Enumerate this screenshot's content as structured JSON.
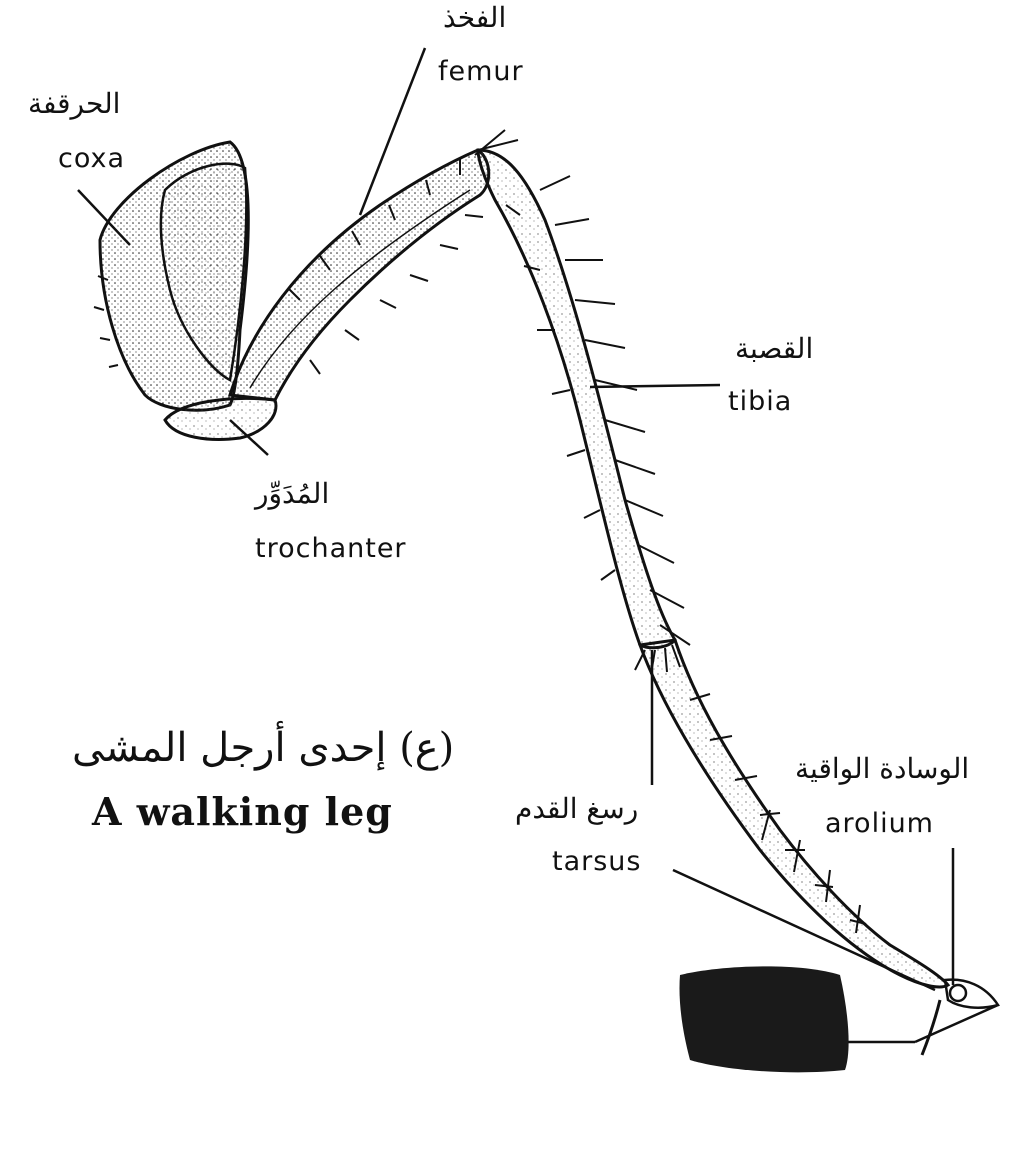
{
  "caption": {
    "arabic": "(ع) إحدى أرجل المشى",
    "english": "A walking leg"
  },
  "labels": {
    "femur": {
      "arabic": "الفخذ",
      "english": "femur"
    },
    "coxa": {
      "arabic": "الحرقفة",
      "english": "coxa"
    },
    "tibia": {
      "arabic": "القصبة",
      "english": "tibia"
    },
    "trochanter": {
      "arabic": "المُدَوِّر",
      "english": "trochanter"
    },
    "tarsus": {
      "arabic": "رسغ القدم",
      "english": "tarsus"
    },
    "arolium": {
      "arabic": "الوسادة الواقية",
      "english": "arolium"
    }
  },
  "colors": {
    "ink": "#111111",
    "background": "#ffffff",
    "redaction": "#1a1a1a"
  }
}
